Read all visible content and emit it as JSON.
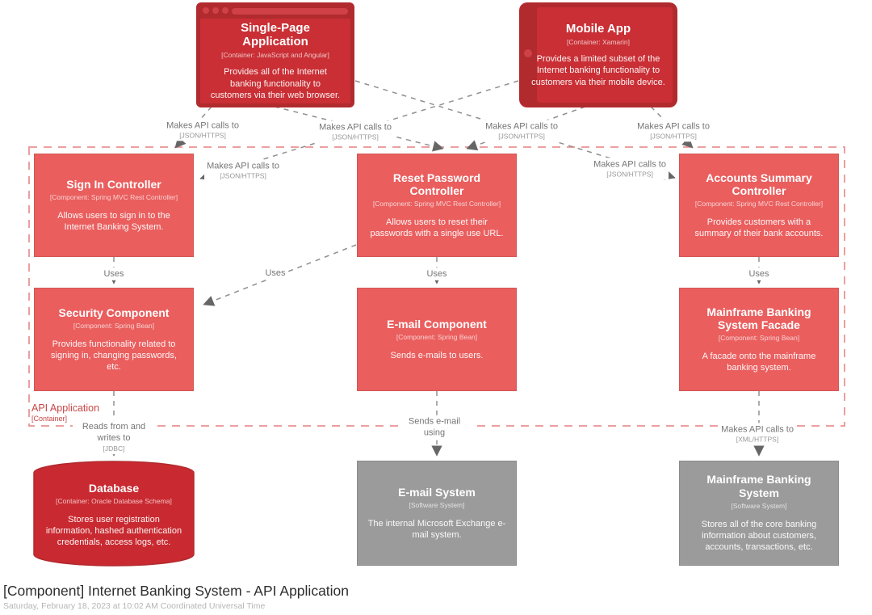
{
  "diagram": {
    "title": "[Component] Internet Banking System - API Application",
    "subtitle": "Saturday, February 18, 2023 at 10:02 AM Coordinated Universal Time"
  },
  "boundary": {
    "name": "API Application",
    "type": "[Container]"
  },
  "nodes": {
    "spa": {
      "title": "Single-Page Application",
      "meta": "[Container: JavaScript and Angular]",
      "desc": "Provides all of the Internet banking functionality to customers via their web browser."
    },
    "mobile": {
      "title": "Mobile App",
      "meta": "[Container: Xamarin]",
      "desc": "Provides a limited subset of the Internet banking functionality to customers via their mobile device."
    },
    "sign_in": {
      "title": "Sign In Controller",
      "meta": "[Component: Spring MVC Rest Controller]",
      "desc": "Allows users to sign in to the Internet Banking System."
    },
    "reset_password": {
      "title": "Reset Password Controller",
      "meta": "[Component: Spring MVC Rest Controller]",
      "desc": "Allows users to reset their passwords with a single use URL."
    },
    "accounts_summary": {
      "title": "Accounts Summary Controller",
      "meta": "[Component: Spring MVC Rest Controller]",
      "desc": "Provides customers with a summary of their bank accounts."
    },
    "security": {
      "title": "Security Component",
      "meta": "[Component: Spring Bean]",
      "desc": "Provides functionality related to signing in, changing passwords, etc."
    },
    "email_component": {
      "title": "E-mail Component",
      "meta": "[Component: Spring Bean]",
      "desc": "Sends e-mails to users."
    },
    "mainframe_facade": {
      "title": "Mainframe Banking System Facade",
      "meta": "[Component: Spring Bean]",
      "desc": "A facade onto the mainframe banking system."
    },
    "database": {
      "title": "Database",
      "meta": "[Container: Oracle Database Schema]",
      "desc": "Stores user registration information, hashed authentication credentials, access logs, etc."
    },
    "email_system": {
      "title": "E-mail System",
      "meta": "[Software System]",
      "desc": "The internal Microsoft Exchange e-mail system."
    },
    "mainframe_system": {
      "title": "Mainframe Banking System",
      "meta": "[Software System]",
      "desc": "Stores all of the core banking information about customers, accounts, transactions, etc."
    }
  },
  "relationships": {
    "spa_to_signin": {
      "label": "Makes API calls to",
      "tech": "[JSON/HTTPS]"
    },
    "spa_to_reset": {
      "label": "Makes API calls to",
      "tech": "[JSON/HTTPS]"
    },
    "spa_to_accounts": {
      "label": "Makes API calls to",
      "tech": "[JSON/HTTPS]"
    },
    "mobile_to_signin": {
      "label": "Makes API calls to",
      "tech": "[JSON/HTTPS]"
    },
    "mobile_to_reset": {
      "label": "Makes API calls to",
      "tech": "[JSON/HTTPS]"
    },
    "mobile_to_accounts": {
      "label": "Makes API calls to",
      "tech": "[JSON/HTTPS]"
    },
    "signin_to_security": {
      "label": "Uses"
    },
    "reset_to_security": {
      "label": "Uses"
    },
    "reset_to_email": {
      "label": "Uses"
    },
    "accounts_to_facade": {
      "label": "Uses"
    },
    "security_to_db": {
      "label": "Reads from and writes to",
      "tech": "[JDBC]"
    },
    "email_to_emailsys": {
      "label": "Sends e-mail using"
    },
    "facade_to_mainframe": {
      "label": "Makes API calls to",
      "tech": "[XML/HTTPS]"
    }
  },
  "colors": {
    "container_fill": "#c92f35",
    "container_frame": "#b12a2e",
    "container_accent": "#cf4146",
    "component_fill": "#ea5e5e",
    "component_border": "#d25654",
    "external_fill": "#9b9b9b",
    "external_border": "#8b8b8b",
    "boundary_dash": "#ec9f9f",
    "boundary_text": "#c84545",
    "line_gray": "#909090",
    "arrow_gray": "#666666",
    "label_text": "#757575"
  }
}
